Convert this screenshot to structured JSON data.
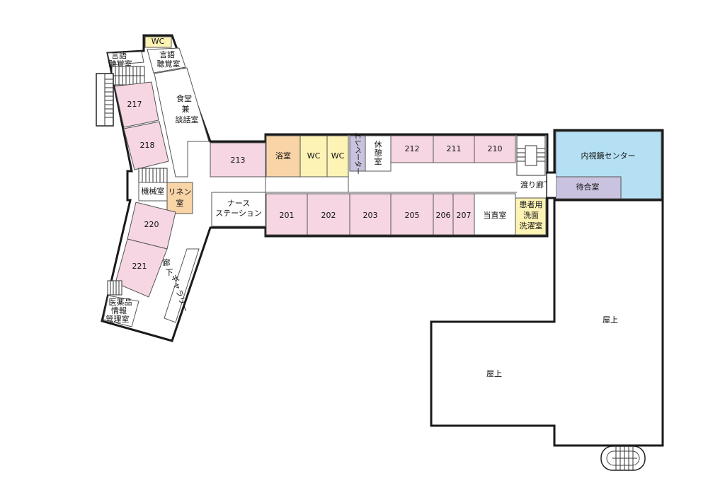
{
  "rooms": {
    "r_217": "217",
    "r_218": "218",
    "r_220": "220",
    "r_221": "221",
    "r_213": "213",
    "r_212": "212",
    "r_211": "211",
    "r_210": "210",
    "r_201": "201",
    "r_202": "202",
    "r_203": "203",
    "r_205": "205",
    "r_206": "206",
    "r_207": "207",
    "wc_top": "WC",
    "wc_1": "WC",
    "wc_2": "WC",
    "speech_room_top": [
      "言語",
      "聴覚室"
    ],
    "speech_room_left": [
      "言語",
      "聴覚室"
    ],
    "dining_room": [
      "食堂",
      "兼",
      "談話室"
    ],
    "machine_room": "機械室",
    "linen_room": [
      "リネン",
      "室"
    ],
    "nurse_station": [
      "ナース",
      "ステーション"
    ],
    "bath_room": "浴室",
    "elevator": "エレベーター",
    "rest_room": [
      "休",
      "憩",
      "室"
    ],
    "duty_room": "当直室",
    "laundry_room": [
      "患者用",
      "洗面",
      "洗濯室"
    ],
    "corridor_bridge": "渡り廊下",
    "endoscopy_center": "内視鏡センター",
    "waiting_room": "待合室",
    "corridor": [
      "廊",
      "下"
    ],
    "gallery": "ギャラリー",
    "medicine_info_room": [
      "医薬品",
      "情報",
      "管理室"
    ],
    "roof_1": "屋上",
    "roof_2": "屋上"
  },
  "colors": {
    "patient_room": "#f6d6e3",
    "bath_linen": "#f8d4a6",
    "wc_laundry": "#fdf3b5",
    "elevator_waiting": "#c9c3df",
    "endoscopy": "#b5e0f3"
  }
}
